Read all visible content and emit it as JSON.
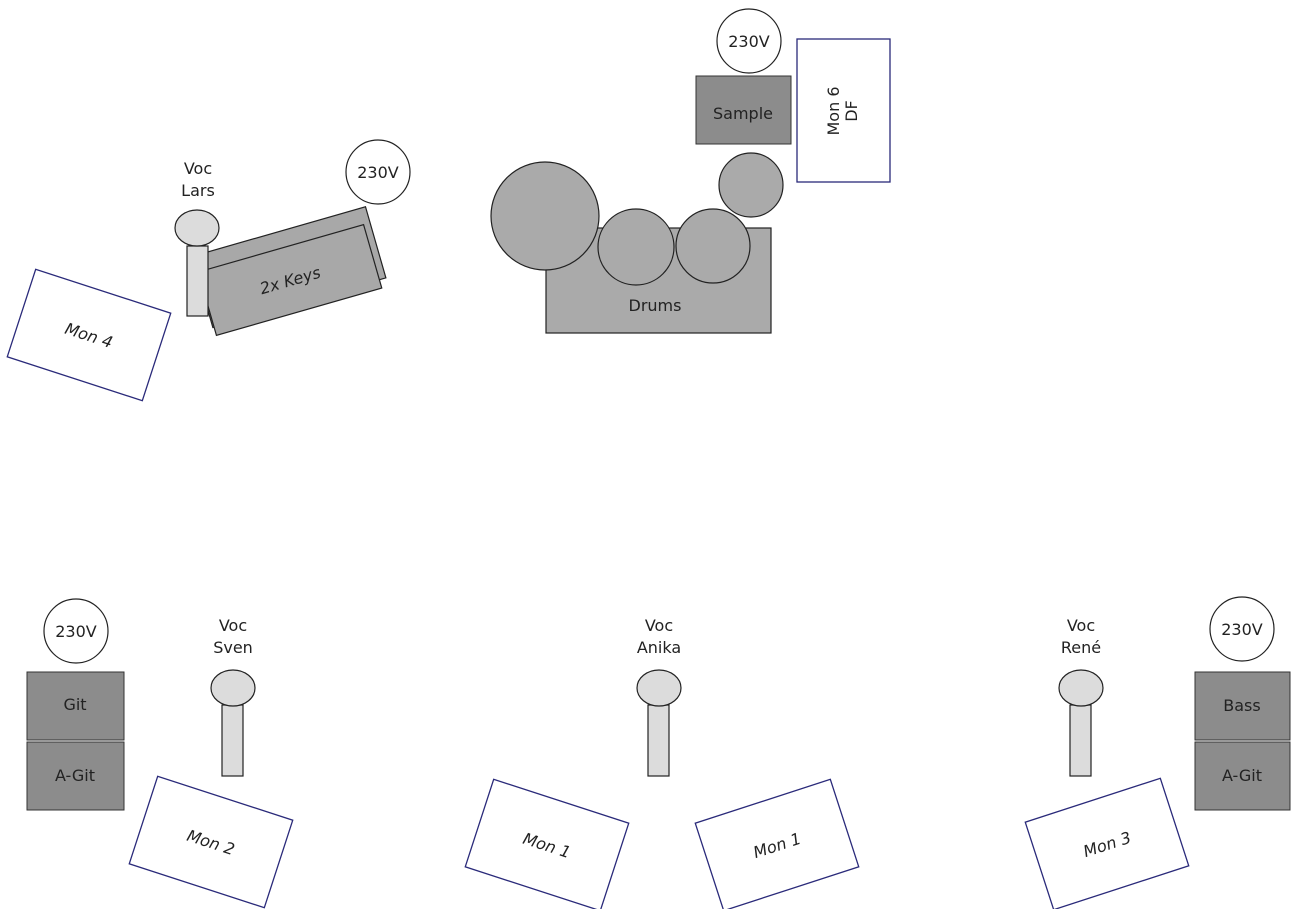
{
  "power": {
    "top_right": "230V",
    "keys": "230V",
    "left": "230V",
    "right": "230V"
  },
  "drums": {
    "label": "Drums",
    "sample_label": "Sample"
  },
  "keys": {
    "label": "2x Keys"
  },
  "vocals": {
    "lars": [
      "Voc",
      "Lars"
    ],
    "sven": [
      "Voc",
      "Sven"
    ],
    "anika": [
      "Voc",
      "Anika"
    ],
    "rene": [
      "Voc",
      "René"
    ]
  },
  "monitors": {
    "mon6": [
      "Mon 6",
      "DF"
    ],
    "mon4": "Mon 4",
    "mon2": "Mon 2",
    "mon1_left": "Mon 1",
    "mon1_right": "Mon 1",
    "mon3": "Mon 3"
  },
  "amps": {
    "git": "Git",
    "agit_left": "A-Git",
    "bass": "Bass",
    "agit_right": "A-Git"
  },
  "colors": {
    "monitor_outline": "#2a2a7a",
    "amp_fill": "#8c8c8c",
    "drum_fill": "#aaaaaa",
    "mic_fill": "#dcdcdc"
  }
}
